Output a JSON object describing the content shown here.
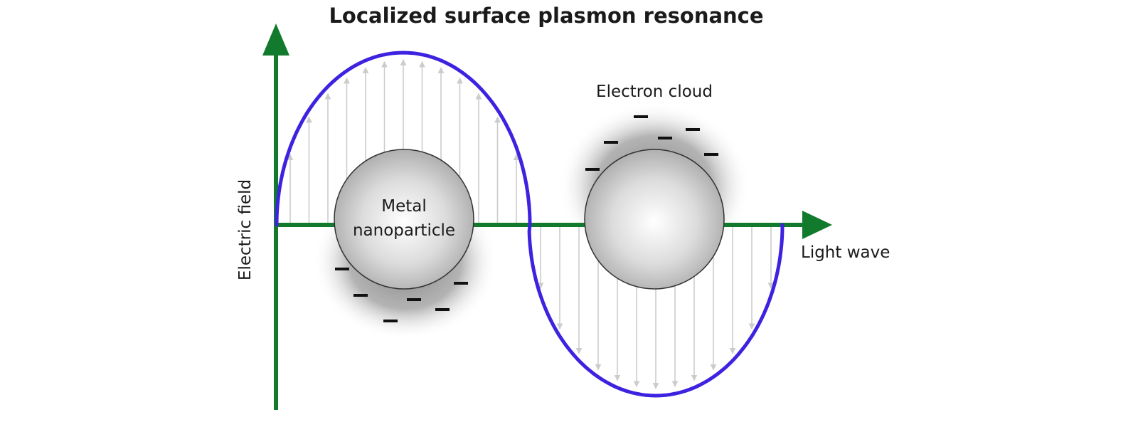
{
  "diagram": {
    "title": "Localized surface plasmon resonance",
    "labels": {
      "y_axis": "Electric field",
      "x_axis": "Light wave",
      "particle": [
        "Metal",
        "nanoparticle"
      ],
      "cloud": "Electron cloud"
    },
    "colors": {
      "axis": "#127a2c",
      "wave": "#3d22e0",
      "field_arrows": "#cccccc",
      "particle_edge": "#333333",
      "electron_mark": "#111111"
    }
  }
}
